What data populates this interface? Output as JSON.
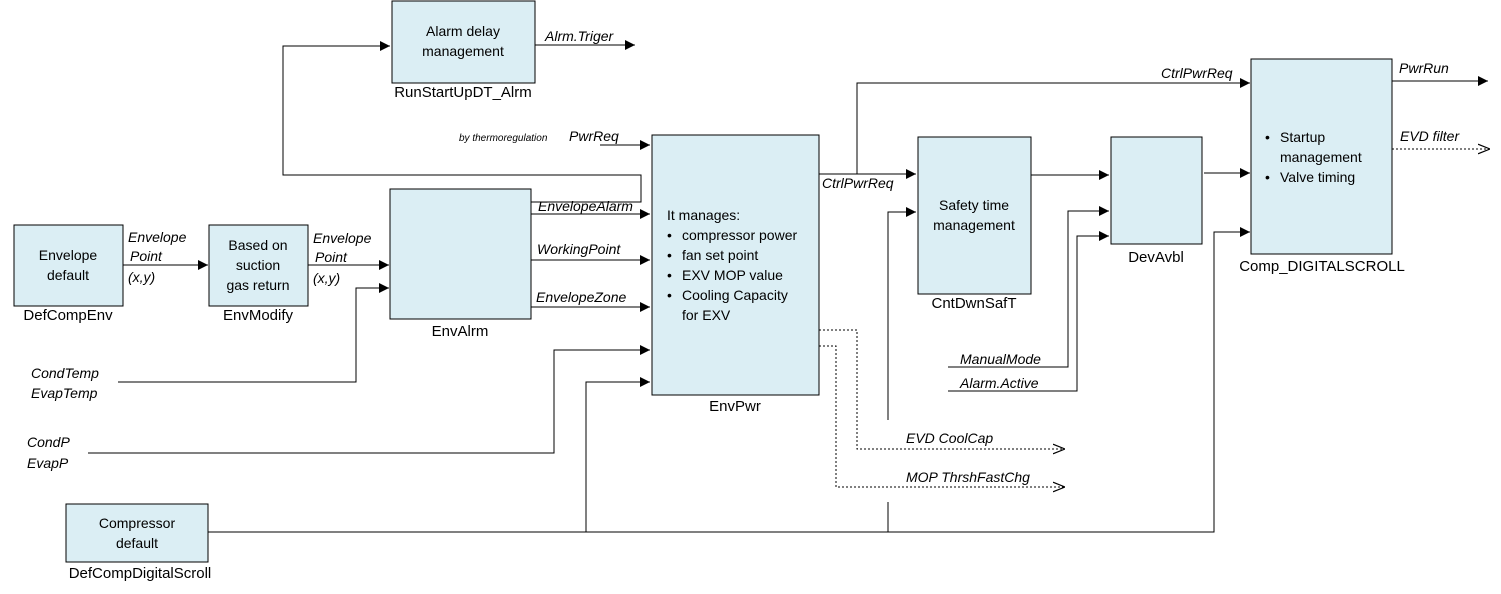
{
  "blocks": {
    "alarm_delay": {
      "lines": [
        "Alarm delay",
        "management"
      ],
      "name": "RunStartUpDT_Alrm"
    },
    "envelope_default": {
      "lines": [
        "Envelope",
        "default"
      ],
      "name": "DefCompEnv"
    },
    "env_modify": {
      "lines": [
        "Based on",
        "suction",
        "gas return"
      ],
      "name": "EnvModify"
    },
    "env_alrm": {
      "lines": [],
      "name": "EnvAlrm"
    },
    "env_pwr": {
      "title": "It manages:",
      "bullets": [
        "compressor power",
        "fan set point",
        "EXV MOP value",
        "Cooling Capacity",
        "for EXV"
      ],
      "name": "EnvPwr"
    },
    "safety_time": {
      "lines": [
        "Safety time",
        "management"
      ],
      "name": "CntDwnSafT"
    },
    "dev_avbl": {
      "lines": [],
      "name": "DevAvbl"
    },
    "comp_digitalscroll": {
      "bullets": [
        "Startup",
        "management",
        "Valve timing"
      ],
      "name": "Comp_DIGITALSCROLL"
    },
    "compressor_default": {
      "lines": [
        "Compressor",
        "default"
      ],
      "name": "DefCompDigitalScroll"
    }
  },
  "signals": {
    "alrm_triger": "Alrm.Triger",
    "by_thermoregulation": "by thermoregulation",
    "pwr_req": "PwrReq",
    "envelope_point_1": [
      "Envelope",
      "Point",
      "(x,y)"
    ],
    "envelope_point_2": [
      "Envelope",
      "Point",
      "(x,y)"
    ],
    "envelope_alarm": "EnvelopeAlarm",
    "working_point": "WorkingPoint",
    "envelope_zone": "EnvelopeZone",
    "ctrl_pwr_req_top": "CtrlPwrReq",
    "ctrl_pwr_req_mid": "CtrlPwrReq",
    "pwr_run": "PwrRun",
    "evd_filter": "EVD filter",
    "cond_temp": "CondTemp",
    "evap_temp": "EvapTemp",
    "cond_p": "CondP",
    "evap_p": "EvapP",
    "manual_mode": "ManualMode",
    "alarm_active": "Alarm.Active",
    "evd_coolcap": "EVD CoolCap",
    "mop_thrsh": "MOP ThrshFastChg"
  },
  "colors": {
    "block_fill": "#dbeef4",
    "line": "#000000"
  }
}
